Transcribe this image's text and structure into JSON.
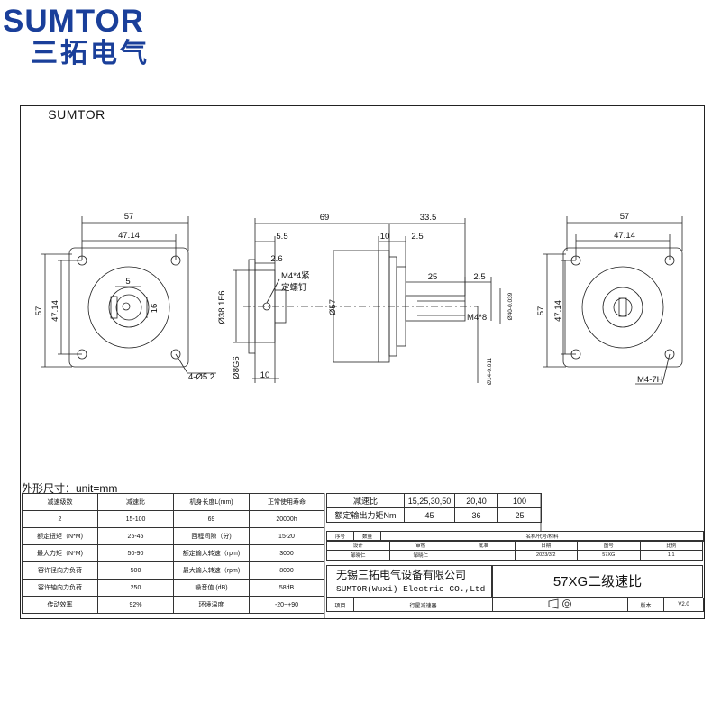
{
  "logo": {
    "en": "SUMTOR",
    "cn": "三拓电气"
  },
  "brand_tab": "SUMTOR",
  "dims": {
    "front_w": "57",
    "front_w2": "47.14",
    "front_h": "57",
    "front_h2": "47.14",
    "key_w": "5",
    "key_h": "16",
    "front_holes": "4-Ø5.2",
    "side_total": "69",
    "side_33": "33.5",
    "side_10a": "10",
    "side_25a": "2.5",
    "side_55": "5.5",
    "side_26": "2.6",
    "screw_note1": "M4*4紧",
    "screw_note2": "定螺钉",
    "side_25b": "25",
    "side_25c": "2.5",
    "side_f6": "Ø38.1F6",
    "side_body": "Ø57",
    "side_g6": "Ø8G6",
    "side_10b": "10",
    "side_m48": "M4*8",
    "side_40": "Ø40-0.039",
    "side_14": "Ø14-0.011",
    "back_w": "57",
    "back_w2": "47.14",
    "back_h": "57",
    "back_h2": "47.14",
    "back_holes": "M4-7H"
  },
  "unit_label": "外形尺寸：unit=mm",
  "spec_table": {
    "rows": [
      [
        "减速级数",
        "减速比",
        "机身长度L(mm)",
        "正常使用寿命"
      ],
      [
        "2",
        "15-100",
        "69",
        "20000h"
      ],
      [
        "额定扭矩（N*M)",
        "25-45",
        "回程间隙（分)",
        "15-20"
      ],
      [
        "最大力矩（N*M)",
        "50-90",
        "额定输入转速（rpm)",
        "3000"
      ],
      [
        "容许径向力负荷",
        "500",
        "最大输入转速（rpm)",
        "8000"
      ],
      [
        "容许轴向力负荷",
        "250",
        "噪音值 (dB)",
        "58dB"
      ],
      [
        "传动效率",
        "92%",
        "环境温度",
        "-20~+90"
      ]
    ]
  },
  "ratio_table": {
    "rows": [
      [
        "减速比",
        "15,25,30,50",
        "20,40",
        "100"
      ],
      [
        "额定输出力矩Nm",
        "45",
        "36",
        "25"
      ]
    ]
  },
  "title_block": {
    "r1": [
      "序号",
      "数量",
      "名称/代号/材料"
    ],
    "r2": [
      "设计",
      "审核",
      "批准",
      "日期",
      "图号",
      "比例"
    ],
    "r3": [
      "邹晓仁",
      "邹晓仁",
      "",
      "2023/3/2",
      "57XG",
      "1:1"
    ],
    "company_cn": "无锡三拓电气设备有限公司",
    "company_en": "SUMTOR(Wuxi) Electric CO.,Ltd",
    "model": "57XG二级速比",
    "r4": [
      "项目",
      "行星减速器",
      "",
      "版本",
      "V2.0"
    ]
  }
}
